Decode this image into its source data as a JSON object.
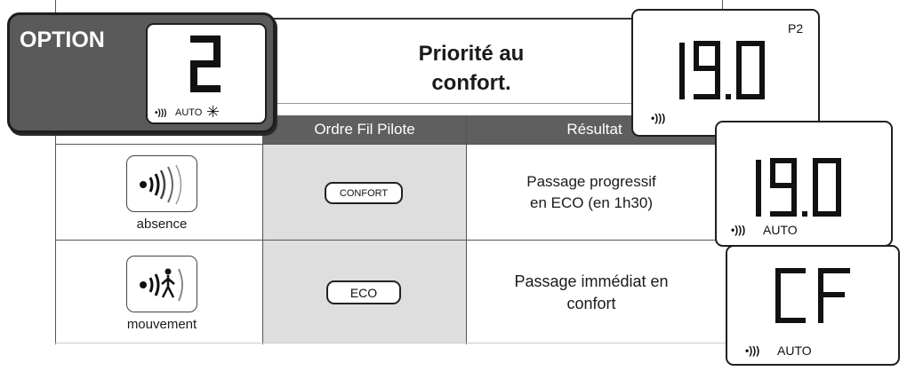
{
  "option_panel": {
    "label": "OPTION",
    "digit": "2",
    "status": "AUTO"
  },
  "title": {
    "line1": "Priorité au",
    "line2": "confort."
  },
  "table": {
    "headers": [
      "Ordre Fil Pilote",
      "Résultat"
    ],
    "rows": [
      {
        "icon_label": "absence",
        "order": "CONFORT",
        "result_line1": "Passage progressif",
        "result_line2": "en ECO (en 1h30)"
      },
      {
        "icon_label": "mouvement",
        "order": "ECO",
        "result_line1": "Passage immédiat en",
        "result_line2": "confort"
      }
    ]
  },
  "display_top": {
    "value": "19.0",
    "program": "P2"
  },
  "display_mid": {
    "value": "19.0",
    "status": "AUTO"
  },
  "display_bottom": {
    "value": "CF",
    "status": "AUTO"
  },
  "colors": {
    "header_bg": "#5f5f5f",
    "order_cell_bg": "#dedede",
    "option_panel_bg": "#5a5a5a"
  }
}
